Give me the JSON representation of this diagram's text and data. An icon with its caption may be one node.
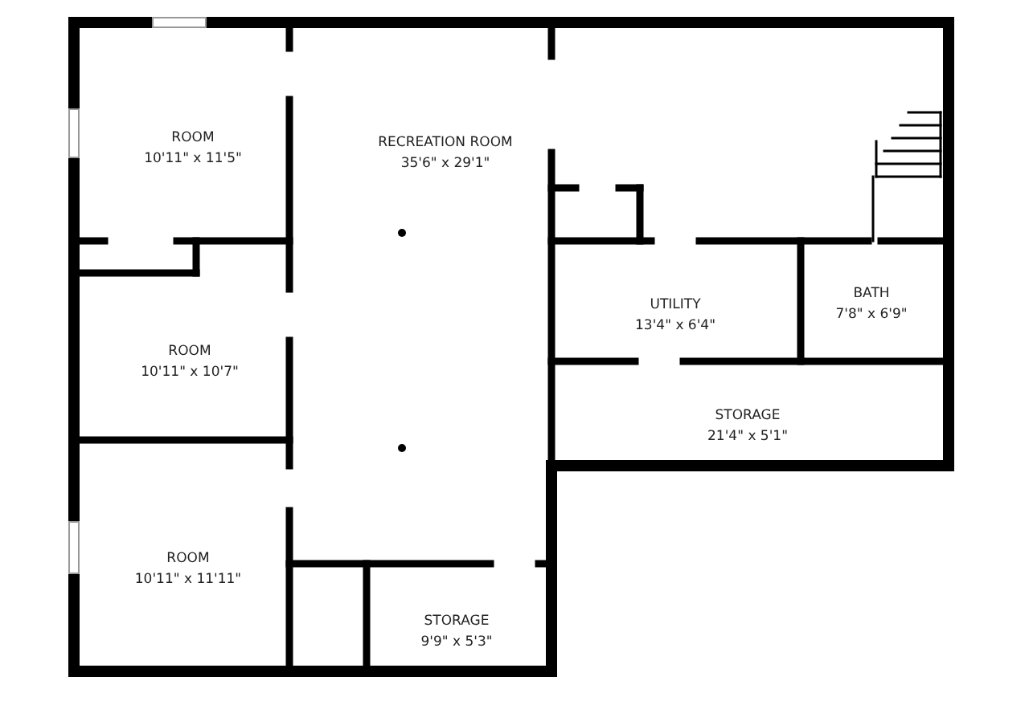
{
  "diagram": {
    "nodes": [
      {
        "text": [
          "ROOM",
          "10'11\" x 11'5\""
        ]
      },
      {
        "text": [
          "RECREATION ROOM",
          "35'6\" x 29'1\""
        ]
      },
      {
        "text": [
          "UTILITY",
          "13'4\" x 6'4\""
        ]
      },
      {
        "text": [
          "BATH",
          "7'8\" x 6'9\""
        ]
      },
      {
        "text": [
          "ROOM",
          "10'11\" x 10'7\""
        ]
      },
      {
        "text": [
          "STORAGE",
          "21'4\" x 5'1\""
        ]
      },
      {
        "text": [
          "ROOM",
          "10'11\" x 11'11\""
        ]
      },
      {
        "text": [
          "STORAGE",
          "9'9\" x 5'3\""
        ]
      }
    ],
    "edges": []
  }
}
